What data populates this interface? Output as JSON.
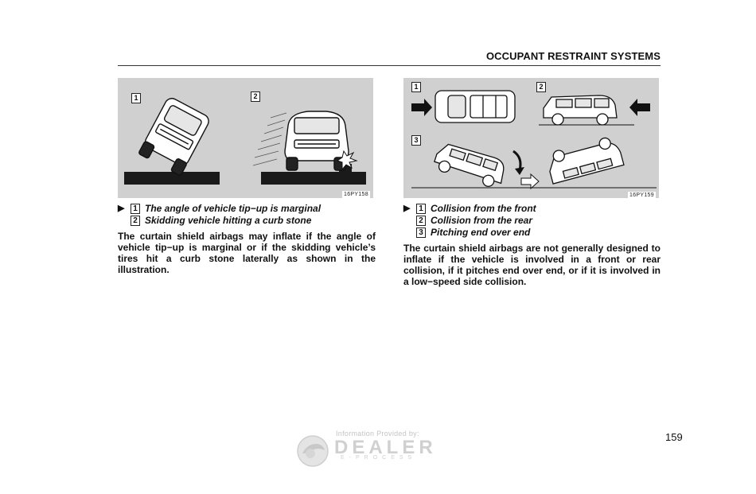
{
  "header": {
    "title": "OCCUPANT RESTRAINT SYSTEMS"
  },
  "left": {
    "figure": {
      "labels": [
        "1",
        "2"
      ],
      "code": "16PY158"
    },
    "captions": [
      {
        "num": "1",
        "text": "The angle of vehicle tip−up is marginal"
      },
      {
        "num": "2",
        "text": "Skidding vehicle hitting a curb stone"
      }
    ],
    "body": "The curtain shield airbags may inflate if the angle of vehicle tip−up is marginal or if the skidding vehicle’s tires hit a curb stone laterally as shown in the illustration."
  },
  "right": {
    "figure": {
      "labels": [
        "1",
        "2",
        "3"
      ],
      "code": "16PY159"
    },
    "captions": [
      {
        "num": "1",
        "text": "Collision from the front"
      },
      {
        "num": "2",
        "text": "Collision from the rear"
      },
      {
        "num": "3",
        "text": "Pitching end over end"
      }
    ],
    "body": "The curtain shield airbags are not generally designed to inflate if the vehicle is involved in a front or rear collision, if it pitches end over end, or if it is involved in a low−speed side collision."
  },
  "caption_marker": "▶",
  "page_number": "159",
  "footer": {
    "provided_by": "Information Provided by:",
    "brand": "DEALER",
    "sub": "E-PROCESS"
  }
}
